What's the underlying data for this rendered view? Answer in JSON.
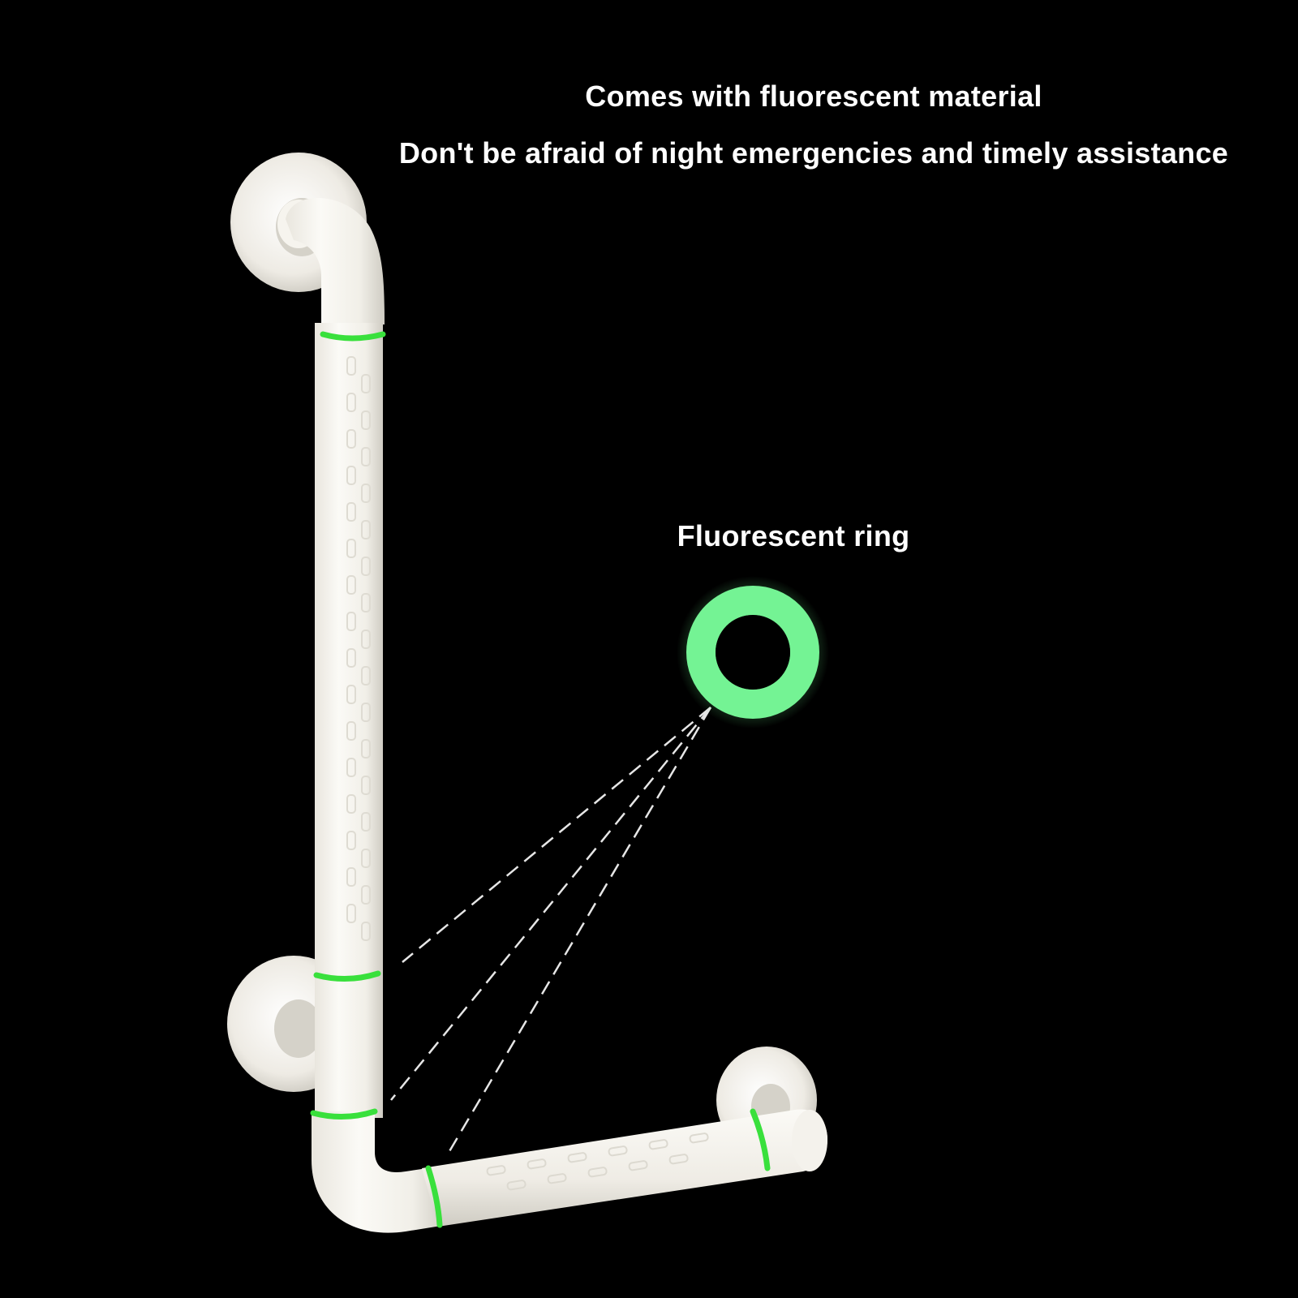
{
  "captions": {
    "headline_line_1": "Comes with fluorescent material",
    "headline_line_2": "Don't be afraid of night emergencies and timely assistance",
    "ring_label": "Fluorescent ring"
  },
  "colors": {
    "background": "#000000",
    "text": "#ffffff",
    "bar": "#f2f0ea",
    "bar_shadow": "#d9d6cd",
    "fluorescent_green": "#39e03c",
    "ring_glow": "#6ff58f",
    "leader_lines": "#ffffff"
  },
  "icons": {
    "product": "l-shaped-grab-bar",
    "detail": "fluorescent-ring-icon"
  }
}
